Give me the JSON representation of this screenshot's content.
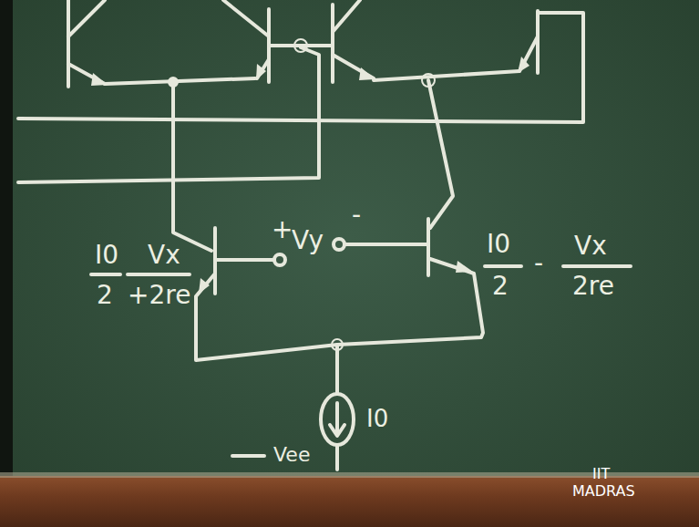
{
  "diagram": {
    "labels": [
      "I0",
      "2",
      "Vx",
      "+2re",
      "+",
      "Vy",
      "-",
      "I0",
      "2",
      "-",
      "Vx",
      "2re",
      "I0",
      "Vee",
      "IIT",
      "MADRAS"
    ]
  }
}
